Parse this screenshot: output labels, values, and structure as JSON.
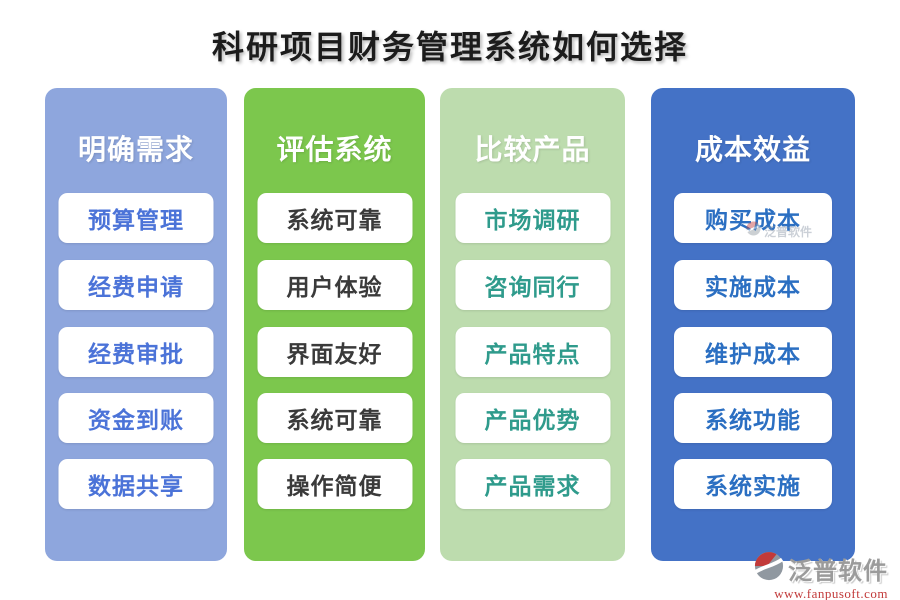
{
  "title": "科研项目财务管理系统如何选择",
  "columns": [
    {
      "id": "clarify-requirements",
      "header": "明确需求",
      "bg": "#8EA6DD",
      "item_color": "#4B73D8",
      "items": [
        "预算管理",
        "经费申请",
        "经费审批",
        "资金到账",
        "数据共享"
      ]
    },
    {
      "id": "evaluate-system",
      "header": "评估系统",
      "bg": "#7CC74D",
      "item_color": "#3A3A3A",
      "items": [
        "系统可靠",
        "用户体验",
        "界面友好",
        "系统可靠",
        "操作简便"
      ]
    },
    {
      "id": "compare-products",
      "header": "比较产品",
      "bg": "#BDDCAE",
      "item_color": "#2F9B8C",
      "items": [
        "市场调研",
        "咨询同行",
        "产品特点",
        "产品优势",
        "产品需求"
      ]
    },
    {
      "id": "cost-benefit",
      "header": "成本效益",
      "bg": "#4472C6",
      "item_color": "#2B6FC2",
      "items": [
        "购买成本",
        "实施成本",
        "维护成本",
        "系统功能",
        "系统实施"
      ]
    }
  ],
  "brand": {
    "name": "泛普软件",
    "url": "www.fanpusoft.com",
    "gray": "#9b9b9b",
    "red": "#c23a3a"
  }
}
